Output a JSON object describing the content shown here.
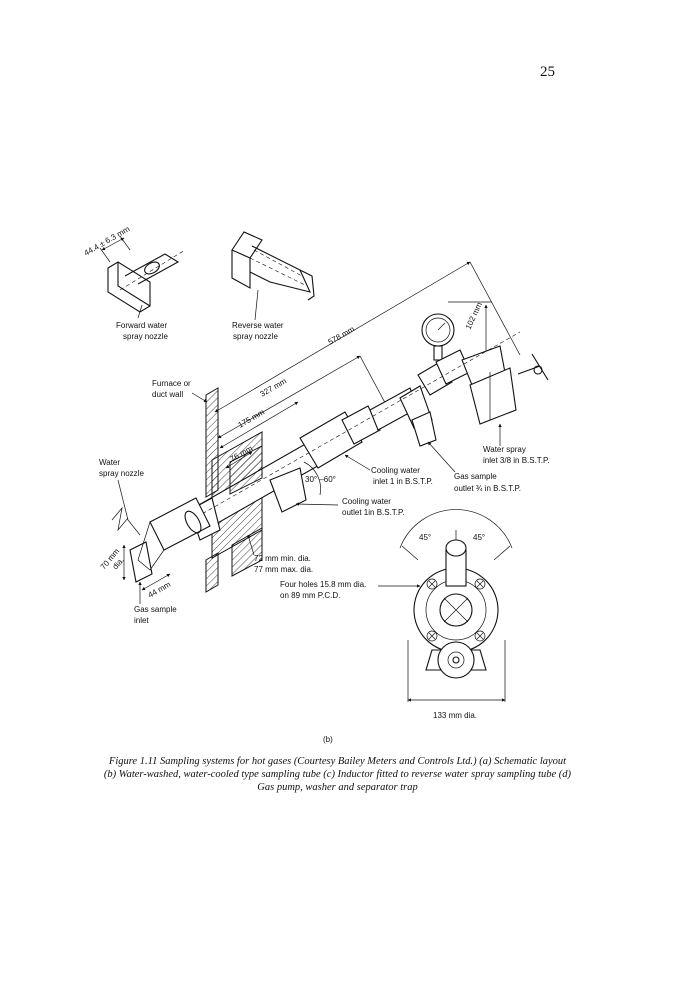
{
  "page": {
    "number": "25"
  },
  "figure": {
    "sub_label": "(b)",
    "labels": {
      "top_dim": "44.4 ± 6.3 mm",
      "forward_nozzle": [
        "Forward water",
        "spray nozzle"
      ],
      "reverse_nozzle": [
        "Reverse water",
        "spray nozzle"
      ],
      "dim_578": "578 mm",
      "dim_102": "102 mm",
      "dim_327": "327 mm",
      "dim_175": "175 mm",
      "dim_76": "76 mm",
      "furnace_wall": [
        "Furnace or",
        "duct wall"
      ],
      "water_spray_nozzle": [
        "Water",
        "spray nozzle"
      ],
      "angle": "30° –60°",
      "cooling_inlet": [
        "Cooling water",
        "inlet 1 in B.S.T.P."
      ],
      "gas_outlet": [
        "Gas sample",
        "outlet ¾ in B.S.T.P."
      ],
      "water_spray_inlet": [
        "Water spray",
        "inlet 3/8 in  B.S.T.P."
      ],
      "cooling_outlet": [
        "Cooling water",
        "outlet 1in B.S.T.P."
      ],
      "angle_45_left": "45°",
      "angle_45_right": "45°",
      "dim_70": [
        "70 mm",
        "dia."
      ],
      "dim_44": "44 mm",
      "gas_inlet": [
        "Gas sample",
        "inlet"
      ],
      "dia_72_77": [
        "72 mm min. dia.",
        "77 mm max. dia."
      ],
      "four_holes": [
        "Four holes 15.8 mm dia.",
        "on 89 mm P.C.D."
      ],
      "dim_133": "133 mm dia."
    }
  },
  "caption": {
    "line1": "Figure 1.11   Sampling systems for hot gases (Courtesy Bailey Meters and Controls Ltd.) (a) Schematic layout",
    "line2": "(b) Water-washed, water-cooled type sampling tube (c) Inductor fitted to reverse water spray sampling tube (d)",
    "line3": "Gas pump, washer and separator trap"
  }
}
